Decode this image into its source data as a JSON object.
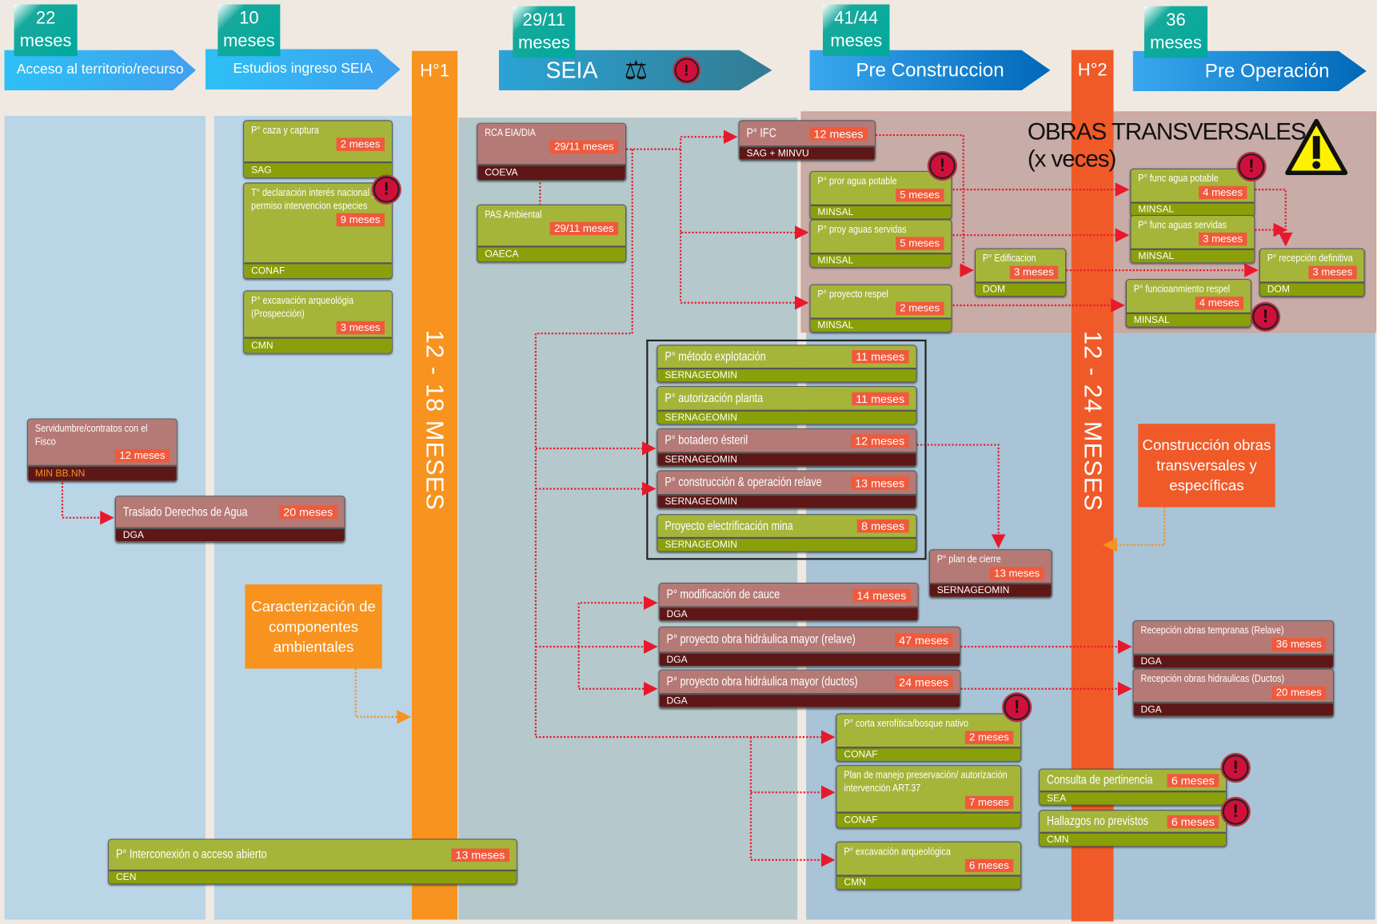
{
  "colors": {
    "green_card": "#a5b53a",
    "red_card": "#b57a76",
    "milestone_1": "#f7931e",
    "milestone_2": "#f05a28",
    "connector": "#e8192c"
  },
  "phases": [
    {
      "duration": "22",
      "unit": "meses",
      "label": "Acceso al territorio/recurso"
    },
    {
      "duration": "10",
      "unit": "meses",
      "label": "Estudios ingreso SEIA"
    },
    {
      "duration": "29/11",
      "unit": "meses",
      "label": "SEIA"
    },
    {
      "duration": "41/44",
      "unit": "meses",
      "label": "Pre Construccion"
    },
    {
      "duration": "36",
      "unit": "meses",
      "label": "Pre Operación"
    }
  ],
  "milestones": [
    {
      "label": "H°1",
      "span": "12 - 18 MESES"
    },
    {
      "label": "H°2",
      "span": "12 - 24 MESES"
    }
  ],
  "obras_transversales": {
    "title": "OBRAS TRANSVERSALES",
    "subtitle": "(x veces)"
  },
  "notes": {
    "caracterizacion": "Caracterización de componentes ambientales",
    "construccion": "Construcción obras transversales y específicas"
  },
  "cards": [
    {
      "title": "P° caza y captura",
      "duration": "2 meses",
      "agency": "SAG",
      "color": "green"
    },
    {
      "title": "T° declaración interés nacional y permiso intervencion especies",
      "duration": "9 meses",
      "agency": "CONAF",
      "color": "green",
      "warning": true
    },
    {
      "title": "P° excavación arqueológia (Prospección)",
      "duration": "3 meses",
      "agency": "CMN",
      "color": "green"
    },
    {
      "title": "Servidumbre/contratos con el Fisco",
      "duration": "12 meses",
      "agency": "MIN BB.NN",
      "color": "red"
    },
    {
      "title": "Traslado Derechos de Agua",
      "duration": "20 meses",
      "agency": "DGA",
      "color": "red"
    },
    {
      "title": "P° Interconexión o acceso abierto",
      "duration": "13 meses",
      "agency": "CEN",
      "color": "green"
    },
    {
      "title": "RCA EIA/DIA",
      "duration": "29/11 meses",
      "agency": "COEVA",
      "color": "red"
    },
    {
      "title": "PAS Ambiental",
      "duration": "29/11 meses",
      "agency": "OAECA",
      "color": "green"
    },
    {
      "title": "P° IFC",
      "duration": "12 meses",
      "agency": "SAG + MINVU",
      "color": "red"
    },
    {
      "title": "P° pror agua potable",
      "duration": "5 meses",
      "agency": "MINSAL",
      "color": "green",
      "warning": true
    },
    {
      "title": "P° proy aguas servidas",
      "duration": "5 meses",
      "agency": "MINSAL",
      "color": "green"
    },
    {
      "title": "P° proyecto respel",
      "duration": "2 meses",
      "agency": "MINSAL",
      "color": "green"
    },
    {
      "title": "P° Edificacion",
      "duration": "3 meses",
      "agency": "DOM",
      "color": "green"
    },
    {
      "title": "P° func agua potable",
      "duration": "4 meses",
      "agency": "MINSAL",
      "color": "green",
      "warning": true
    },
    {
      "title": "P° func aguas servidas",
      "duration": "3 meses",
      "agency": "MINSAL",
      "color": "green"
    },
    {
      "title": "P° recepción definitiva",
      "duration": "3 meses",
      "agency": "DOM",
      "color": "green"
    },
    {
      "title": "P° funcioanmiento respel",
      "duration": "4 meses",
      "agency": "MINSAL",
      "color": "green",
      "warning": true
    },
    {
      "title": "P° método explotación",
      "duration": "11 meses",
      "agency": "SERNAGEOMIN",
      "color": "green"
    },
    {
      "title": "P° autorización planta",
      "duration": "11 meses",
      "agency": "SERNAGEOMIN",
      "color": "green"
    },
    {
      "title": "P° botadero ésteril",
      "duration": "12 meses",
      "agency": "SERNAGEOMIN",
      "color": "red"
    },
    {
      "title": "P° construcción & operación relave",
      "duration": "13 meses",
      "agency": "SERNAGEOMIN",
      "color": "red"
    },
    {
      "title": "Proyecto electrificación mina",
      "duration": "8 meses",
      "agency": "SERNAGEOMIN",
      "color": "green"
    },
    {
      "title": "P° plan de cierre",
      "duration": "13 meses",
      "agency": "SERNAGEOMIN",
      "color": "red"
    },
    {
      "title": "P° modificación de cauce",
      "duration": "14 meses",
      "agency": "DGA",
      "color": "red"
    },
    {
      "title": "P° proyecto obra hidráulica mayor (relave)",
      "duration": "47 meses",
      "agency": "DGA",
      "color": "red"
    },
    {
      "title": "P° proyecto obra hidráulica mayor (ductos)",
      "duration": "24 meses",
      "agency": "DGA",
      "color": "red"
    },
    {
      "title": "Recepción obras tempranas (Relave)",
      "duration": "36 meses",
      "agency": "DGA",
      "color": "red"
    },
    {
      "title": "Recepción obras hidraulicas (Ductos)",
      "duration": "20 meses",
      "agency": "DGA",
      "color": "red"
    },
    {
      "title": "P° corta xerofítica/bosque nativo",
      "duration": "2 meses",
      "agency": "CONAF",
      "color": "green",
      "warning": true
    },
    {
      "title": "Plan de manejo preservación/ autorización intervención ART.37",
      "duration": "7 meses",
      "agency": "CONAF",
      "color": "green"
    },
    {
      "title": "P° excavación arqueológica",
      "duration": "6 meses",
      "agency": "CMN",
      "color": "green"
    },
    {
      "title": "Consulta de pertinencia",
      "duration": "6 meses",
      "agency": "SEA",
      "color": "green",
      "warning": true
    },
    {
      "title": "Hallazgos no previstos",
      "duration": "6 meses",
      "agency": "CMN",
      "color": "green",
      "warning": true
    }
  ]
}
